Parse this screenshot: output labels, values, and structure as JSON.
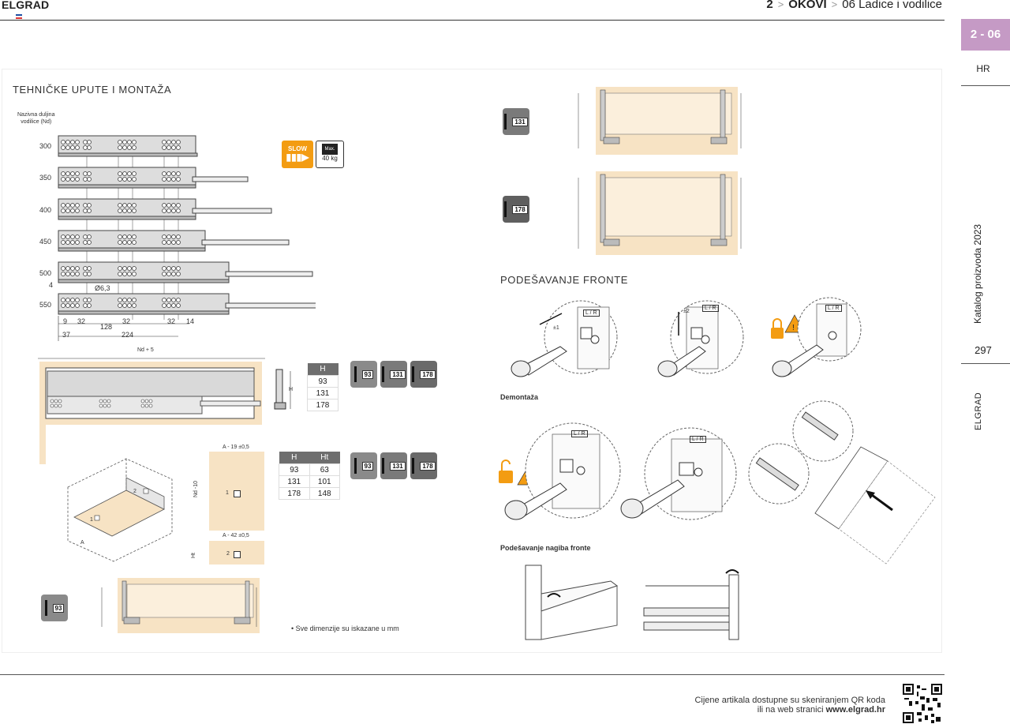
{
  "header": {
    "brand": "ELGRAD",
    "crumb_num": "2",
    "crumb_section": "OKOVI",
    "crumb_sub_num": "06",
    "crumb_sub": "Ladice i vodilice",
    "sep": ">"
  },
  "side": {
    "tab": "2 - 06",
    "lang": "HR",
    "catalog": "Katalog proizvoda 2023",
    "page": "297",
    "brand": "ELGRAD"
  },
  "left": {
    "title": "TEHNIČKE UPUTE I MONTAŽA",
    "length_label_1": "Nazivna duljina",
    "length_label_2": "vodilice (Nd)",
    "lengths": [
      "300",
      "350",
      "400",
      "450",
      "500",
      "550"
    ],
    "slow_label": "SLOW",
    "max_label": "Max.",
    "max_value": "40 kg",
    "dim_4": "4",
    "dim_hole": "Ø6,3",
    "dims_bottom": [
      "9",
      "32",
      "128",
      "32",
      "32",
      "14"
    ],
    "dim_37": "37",
    "dim_224": "224",
    "nd_label": "Nd + 5",
    "h_label": "H",
    "table_h": {
      "header": "H",
      "rows": [
        "93",
        "131",
        "178"
      ]
    },
    "profiles": [
      "93",
      "131",
      "178"
    ],
    "panel_a": "A - 19  ±0,5",
    "panel_b": "A - 42  ±0,5",
    "nd10": "Nd -10",
    "ht_label": "Ht",
    "label_1": "1",
    "label_2": "2",
    "label_a": "A",
    "table_hht": {
      "h": "H",
      "ht": "Ht",
      "rows": [
        [
          "93",
          "63"
        ],
        [
          "131",
          "101"
        ],
        [
          "178",
          "148"
        ]
      ]
    },
    "bottom_profile": "93",
    "note": "•  Sve dimenzije su iskazane u mm"
  },
  "right": {
    "profile_131": "131",
    "profile_178": "178",
    "front_title": "PODEŠAVANJE FRONTE",
    "lr": "L / R",
    "pm1": "±1",
    "pm2": "±2",
    "demontaza": "Demontaža",
    "nagib": "Podešavanje nagiba fronte"
  },
  "footer": {
    "line1": "Cijene artikala dostupne su skeniranjem QR koda",
    "line2_prefix": "ili na web stranici ",
    "line2_url": "www.elgrad.hr"
  },
  "colors": {
    "accent": "#c59ac5",
    "wood": "#f7e3c4",
    "dark": "#6e6e6e",
    "warning": "#f39c12"
  }
}
